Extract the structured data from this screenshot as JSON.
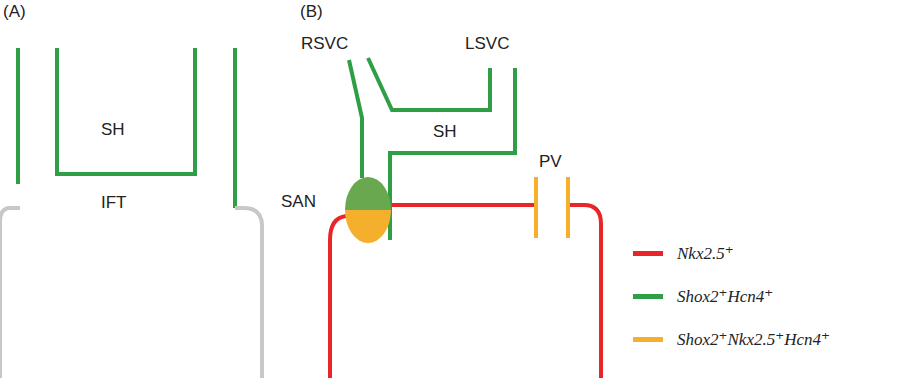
{
  "diagram": {
    "labels": [
      "(A)",
      "(B)",
      "SH",
      "IFT",
      "RSVC",
      "LSVC",
      "SH",
      "PV",
      "SAN"
    ],
    "legend": [
      {
        "text": "Nkx2.5⁺",
        "color": "#e8262a"
      },
      {
        "text": "Shox2⁺Hcn4⁺",
        "color": "#2f9e47"
      },
      {
        "text": "Shox2⁺Nkx2.5⁺Hcn4⁺",
        "color": "#f4b02c"
      }
    ]
  }
}
